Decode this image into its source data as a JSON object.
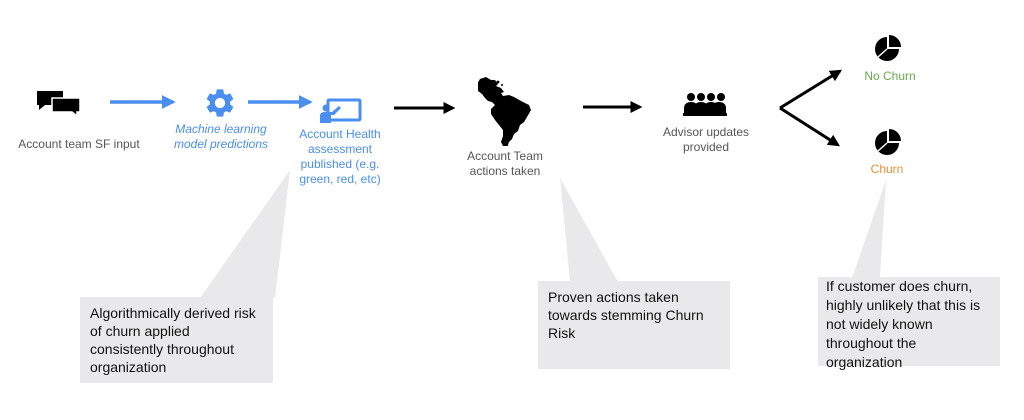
{
  "nodes": {
    "sf_input": {
      "label": "Account team SF input",
      "icon": "chat-bubbles-icon"
    },
    "ml_predictions": {
      "label": "Machine learning model predictions",
      "icon": "gear-icon",
      "color": "#4a8ef0"
    },
    "health_assessment": {
      "label": "Account Health assessment published (e.g. green, red, etc)",
      "icon": "presentation-board-icon",
      "color": "#4a8ef0"
    },
    "team_actions": {
      "label": "Account Team actions taken",
      "icon": "south-america-map-icon"
    },
    "advisor_updates": {
      "label": "Advisor updates provided",
      "icon": "group-icon"
    },
    "no_churn": {
      "label": "No Churn",
      "icon": "pie-chart-icon",
      "color": "#6aa84f"
    },
    "churn": {
      "label": "Churn",
      "icon": "pie-chart-icon",
      "color": "#e69138"
    }
  },
  "callouts": {
    "algorithm": "Algorithmically derived risk of churn applied consistently throughout organization",
    "proven_actions": "Proven actions taken towards stemming Churn Risk",
    "churn_visibility": "If customer does churn, highly unlikely that this is not widely known throughout the organization"
  },
  "colors": {
    "blue": "#4a8ef0",
    "black": "#000000",
    "callout_bg": "#e9e9eb"
  }
}
